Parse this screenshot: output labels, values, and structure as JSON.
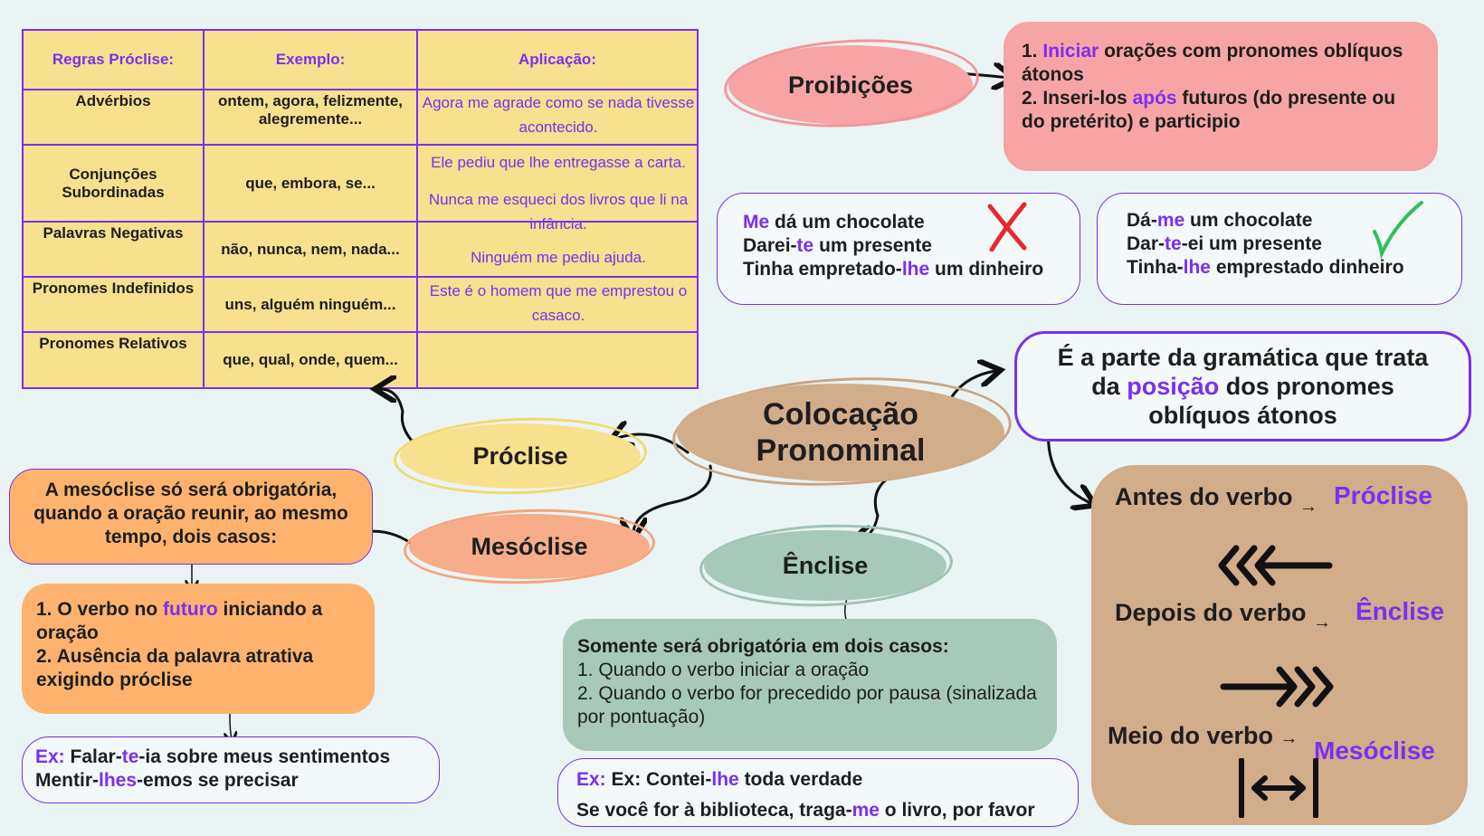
{
  "table": {
    "headers": [
      "Regras Próclise:",
      "Exemplo:",
      "Aplicação:"
    ],
    "rows": [
      {
        "rule": "Advérbios",
        "example": "ontem, agora, felizmente, alegremente..."
      },
      {
        "rule": "Conjunções Subordinadas",
        "example": "que, embora, se..."
      },
      {
        "rule": "Palavras Negativas",
        "example": "não, nunca, nem, nada..."
      },
      {
        "rule": "Pronomes Indefinidos",
        "example": "uns, alguém ninguém..."
      },
      {
        "rule": "Pronomes Relativos",
        "example": "que, qual, onde, quem..."
      }
    ],
    "application": [
      "Agora me agrade como se nada tivesse acontecido.",
      "Ele pediu que lhe entregasse a carta.",
      "Nunca me esqueci dos livros que li na infância.",
      "Ninguém me pediu ajuda.",
      "Este é o homem que me emprestou o casaco."
    ]
  },
  "center": {
    "line1": "Colocação",
    "line2": "Pronominal"
  },
  "nodes": {
    "proibicoes": "Proibições",
    "proclise": "Próclise",
    "mesoclise": "Mesóclise",
    "enclise": "Ênclise"
  },
  "prohibitions": {
    "n1": "1.",
    "iniciar": "Iniciar",
    "p1_rest": "orações com pronomes oblíquos átonos",
    "p2_a": "2. Inseri-los",
    "apos": "após",
    "p2_b": "futuros (do presente ou do pretérito) e participio"
  },
  "wrong": {
    "l1_pron": "Me",
    "l1_rest": "dá um chocolate",
    "l2_a": "Darei-",
    "l2_pron": "te",
    "l2_b": "um presente",
    "l3_a": "Tinha empretado-",
    "l3_pron": "lhe",
    "l3_b": "um dinheiro"
  },
  "right": {
    "l1_a": "Dá-",
    "l1_pron": "me",
    "l1_b": "um chocolate",
    "l2_a": "Dar-",
    "l2_pron": "te",
    "l2_b": "-ei um presente",
    "l3_a": "Tinha-",
    "l3_pron": "lhe",
    "l3_b": "emprestado dinheiro"
  },
  "definition": {
    "a": "É a parte da gramática que trata da",
    "hl": "posição",
    "b": "dos pronomes oblíquos átonos"
  },
  "positions": {
    "before": "Antes do verbo",
    "before_term": "Próclise",
    "after": "Depois do verbo",
    "after_term": "Ênclise",
    "middle": "Meio do verbo",
    "middle_term": "Mesóclise",
    "arrow": "→"
  },
  "mesoclise_box": "A mesóclise só será obrigatória, quando a oração reunir, ao mesmo tempo, dois casos:",
  "mesoclise_cases": {
    "c1_a": "1. O verbo no",
    "c1_hl": "futuro",
    "c1_b": "iniciando a oração",
    "c2": "2. Ausência da palavra atrativa exigindo próclise"
  },
  "mesoclise_ex": {
    "label": "Ex:",
    "l1_a": "Falar-",
    "l1_pron": "te",
    "l1_b": "-ia sobre meus sentimentos",
    "l2_a": "Mentir-",
    "l2_pron": "lhes",
    "l2_b": "-emos se precisar"
  },
  "enclise_box": {
    "title": "Somente será obrigatória em dois casos:",
    "c1": "1. Quando o verbo iniciar a oração",
    "c2": "2. Quando o verbo for precedido por pausa (sinalizada por pontuação)"
  },
  "enclise_ex": {
    "label": "Ex:",
    "l1_a": "Ex: Contei-",
    "l1_pron": "lhe",
    "l1_b": "toda verdade",
    "l2_a": "Se você for à biblioteca, traga-",
    "l2_pron": "me",
    "l2_b": "o livro, por favor"
  },
  "colors": {
    "accent": "#7b2ff0",
    "pink": "#f7a4a6",
    "yellow": "#f7e08e",
    "orange": "#fdb36e",
    "green": "#a7c9b9",
    "tan": "#d2ad8a"
  }
}
